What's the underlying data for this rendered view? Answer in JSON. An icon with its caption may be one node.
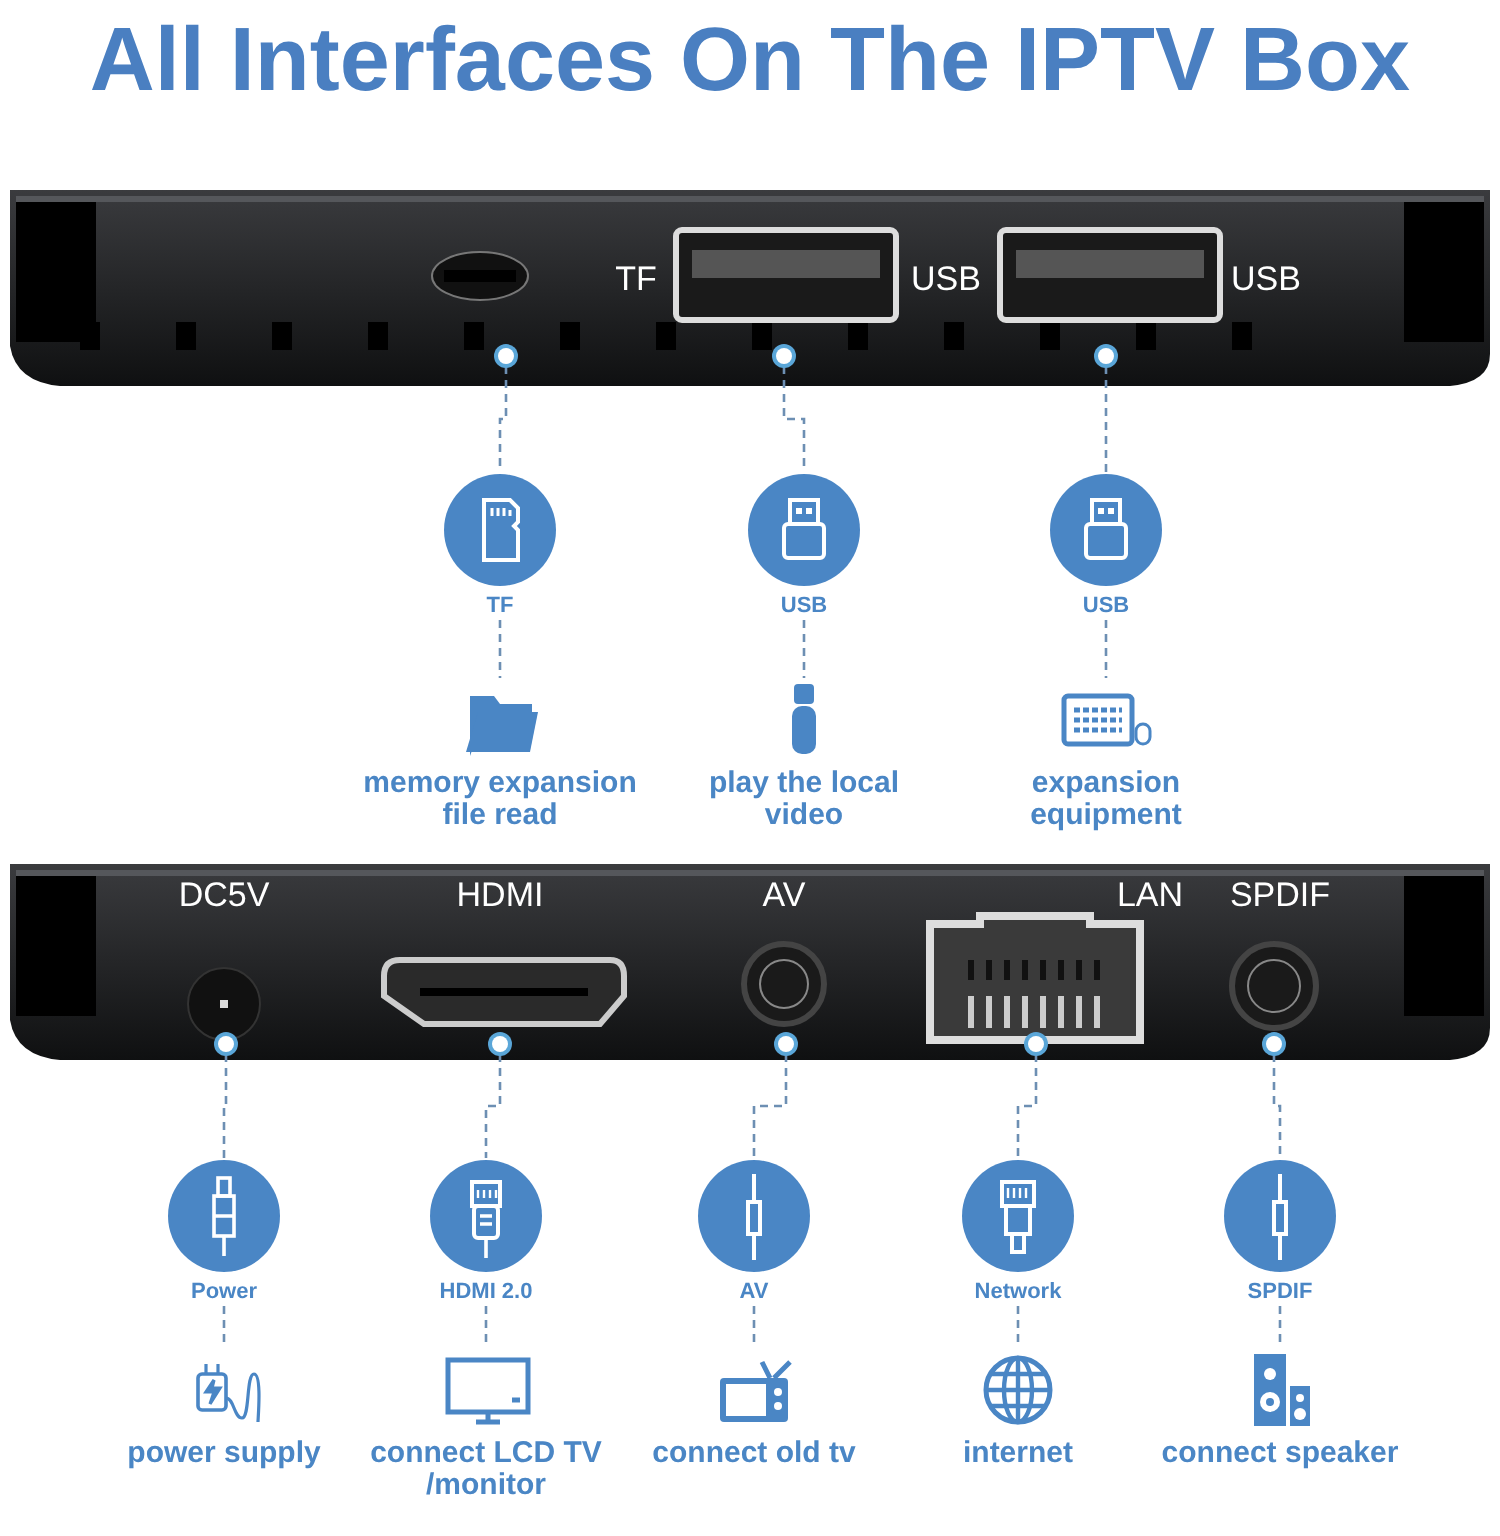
{
  "diagram": {
    "title": "All Interfaces On The IPTV Box",
    "nodes": [
      {
        "text": [],
        "shape": "circle"
      },
      {
        "text": [],
        "shape": "circle"
      },
      {
        "text": [],
        "shape": "circle"
      },
      {
        "text": [
          "TF"
        ]
      },
      {
        "text": [
          "USB"
        ]
      },
      {
        "text": [
          "USB"
        ]
      },
      {
        "text": [
          "memory expansion file read"
        ]
      },
      {
        "text": [
          "play the local video"
        ]
      },
      {
        "text": [
          "expansion equipment"
        ]
      },
      {
        "text": [],
        "shape": "circle"
      },
      {
        "text": [],
        "shape": "circle"
      },
      {
        "text": [],
        "shape": "circle"
      },
      {
        "text": [],
        "shape": "circle"
      },
      {
        "text": [],
        "shape": "circle"
      },
      {
        "text": [
          "Power"
        ]
      },
      {
        "text": [
          "HDMI 2.0"
        ]
      },
      {
        "text": [
          "AV"
        ]
      },
      {
        "text": [
          "Network"
        ]
      },
      {
        "text": [
          "SPDIF"
        ]
      },
      {
        "text": [
          "power supply"
        ]
      },
      {
        "text": [
          "connect LCD TV /monitor"
        ]
      },
      {
        "text": [
          "connect old tv"
        ]
      },
      {
        "text": [
          "internet"
        ]
      },
      {
        "text": [
          "connect speaker"
        ]
      }
    ],
    "edges": [
      {
        "from": 0,
        "to": 3,
        "arrow": "none",
        "style": "dashed"
      },
      {
        "from": 1,
        "to": 4,
        "arrow": "none",
        "style": "dashed"
      },
      {
        "from": 2,
        "to": 5,
        "arrow": "none",
        "style": "dashed"
      },
      {
        "from": 3,
        "to": 6,
        "arrow": "none",
        "style": "dashed"
      },
      {
        "from": 4,
        "to": 7,
        "arrow": "none",
        "style": "dashed"
      },
      {
        "from": 5,
        "to": 8,
        "arrow": "none",
        "style": "dashed"
      },
      {
        "from": 9,
        "to": 14,
        "arrow": "none",
        "style": "dashed"
      },
      {
        "from": 10,
        "to": 15,
        "arrow": "none",
        "style": "dashed"
      },
      {
        "from": 11,
        "to": 16,
        "arrow": "none",
        "style": "dashed"
      },
      {
        "from": 12,
        "to": 17,
        "arrow": "none",
        "style": "dashed"
      },
      {
        "from": 13,
        "to": 18,
        "arrow": "none",
        "style": "dashed"
      },
      {
        "from": 14,
        "to": 19,
        "arrow": "none",
        "style": "dashed"
      },
      {
        "from": 15,
        "to": 20,
        "arrow": "none",
        "style": "dashed"
      },
      {
        "from": 16,
        "to": 21,
        "arrow": "none",
        "style": "dashed"
      },
      {
        "from": 17,
        "to": 22,
        "arrow": "none",
        "style": "dashed"
      },
      {
        "from": 18,
        "to": 23,
        "arrow": "none",
        "style": "dashed"
      }
    ],
    "labels": [
      "TF",
      "USB",
      "USB",
      "DC5V",
      "HDMI",
      "AV",
      "LAN",
      "SPDIF"
    ]
  }
}
